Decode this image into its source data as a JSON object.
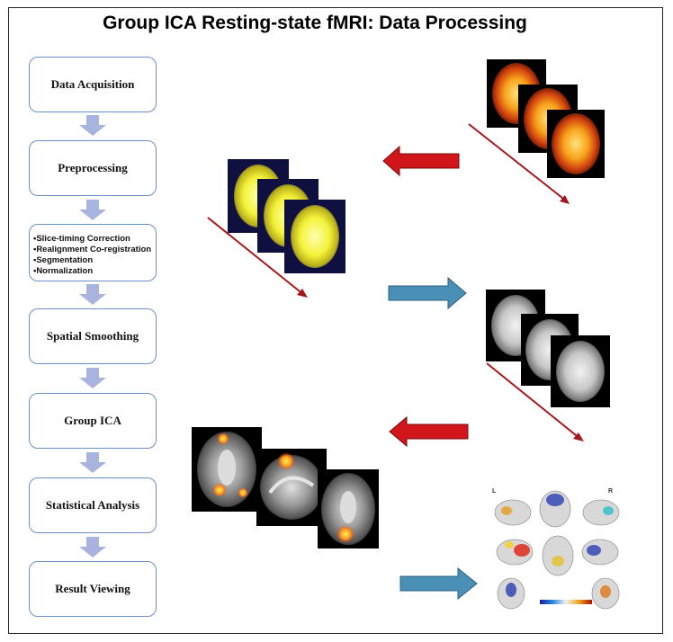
{
  "title": "Group ICA Resting-state fMRI: Data Processing",
  "steps": [
    {
      "label": "Data Acquisition"
    },
    {
      "label": "Preprocessing"
    },
    {
      "label": "Spatial Smoothing"
    },
    {
      "label": "Group ICA"
    },
    {
      "label": "Statistical Analysis"
    },
    {
      "label": "Result Viewing"
    }
  ],
  "preprocessing_substeps": [
    "•Slice-timing Correction",
    "•Realignment Co-registration",
    "•Segmentation",
    "•Normalization"
  ],
  "brain_map_labels": {
    "left": "L",
    "right": "R"
  },
  "colors": {
    "step_border": "#6f8fc9",
    "flow_arrow": "#a9b4de",
    "red_arrow": "#d0161b",
    "blue_arrow": "#4a8fb5",
    "diagonal_line": "#a3161b"
  }
}
